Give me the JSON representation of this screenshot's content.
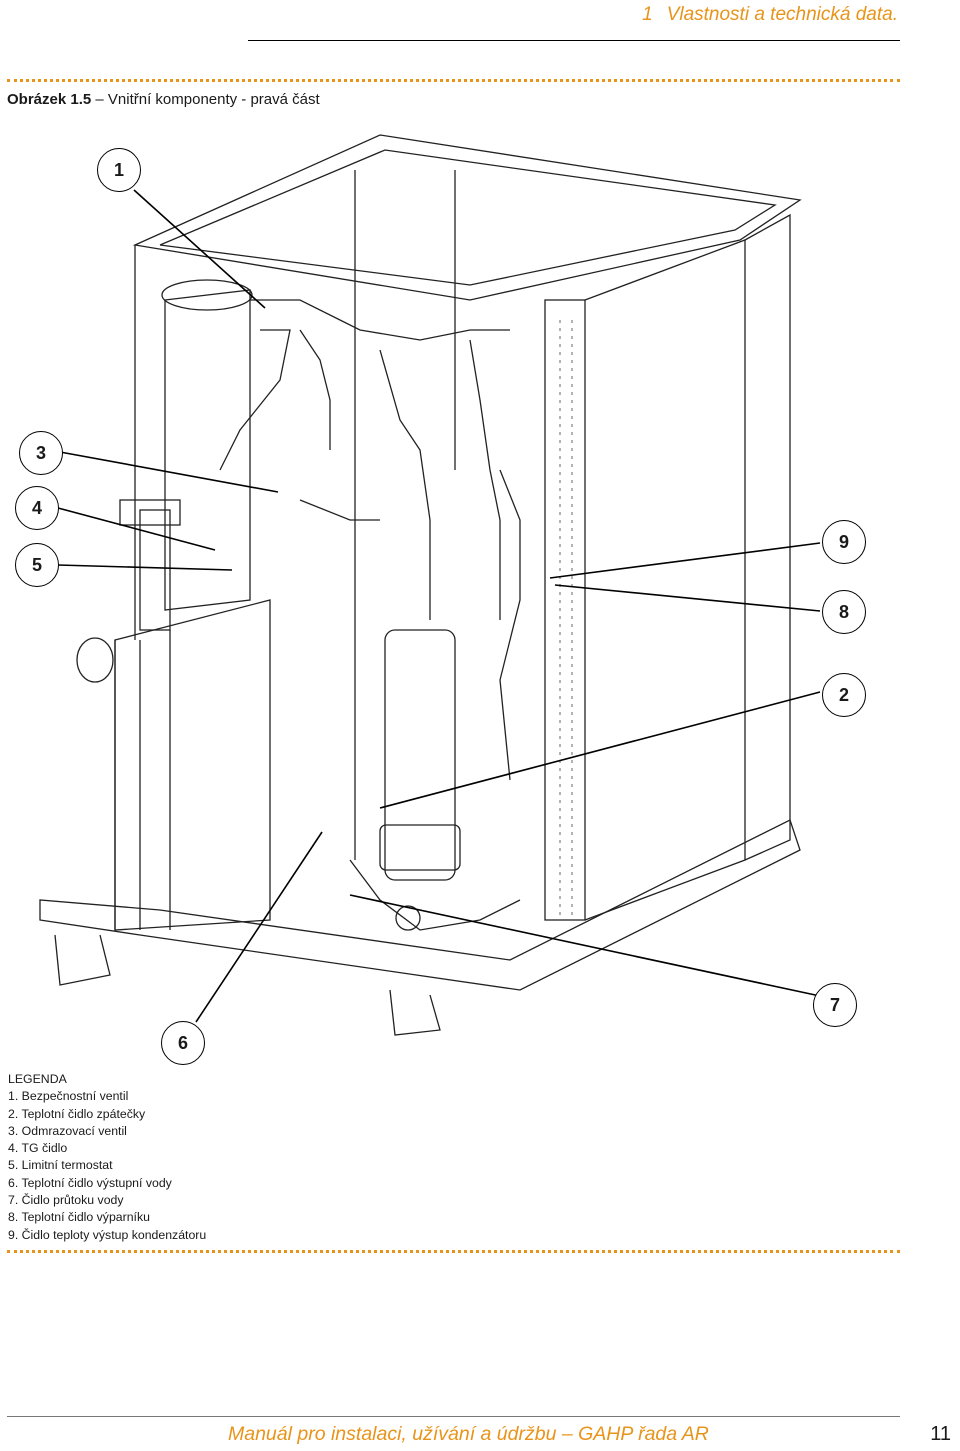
{
  "header": {
    "chapter_number": "1",
    "chapter_title": "Vlastnosti a technická data."
  },
  "caption": {
    "label": "Obrázek 1.5",
    "text": " – Vnitřní komponenty - pravá část"
  },
  "callouts": [
    "1",
    "2",
    "3",
    "4",
    "5",
    "6",
    "7",
    "8",
    "9"
  ],
  "legend": {
    "title": "LEGENDA",
    "items": [
      "1. Bezpečnostní ventil",
      "2. Teplotní čidlo zpátečky",
      "3. Odmrazovací ventil",
      "4. TG čidlo",
      "5. Limitní termostat",
      "6. Teplotní čidlo výstupní vody",
      "7. Čidlo průtoku vody",
      "8. Teplotní čidlo výparníku",
      "9. Čidlo teploty výstup kondenzátoru"
    ]
  },
  "footer": {
    "title": "Manuál pro instalaci, užívání a údržbu – GAHP řada AR",
    "page_number": "11"
  },
  "colors": {
    "accent": "#e8941a",
    "text": "#1a1a1a"
  }
}
